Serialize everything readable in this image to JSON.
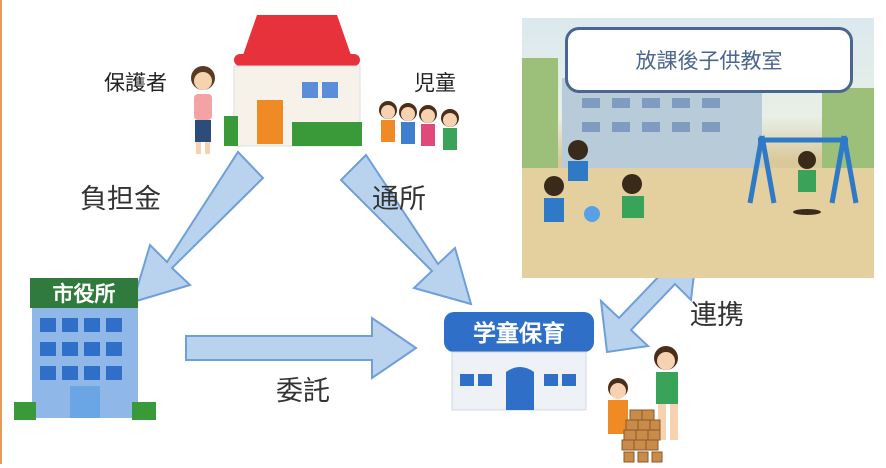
{
  "labels": {
    "guardian": "保護者",
    "children": "児童",
    "fee": "負担金",
    "attendance": "通所",
    "commission": "委託",
    "cooperation": "連携",
    "after_school": "放課後子供教室"
  },
  "signs": {
    "city_hall": "市役所",
    "childcare": "学童保育"
  },
  "colors": {
    "arrow_fill": "#b9d3ee",
    "arrow_stroke": "#6f9fd8",
    "roof_red": "#e8323b",
    "building_blue": "#5a8ed6",
    "box_border": "#4a6690"
  }
}
